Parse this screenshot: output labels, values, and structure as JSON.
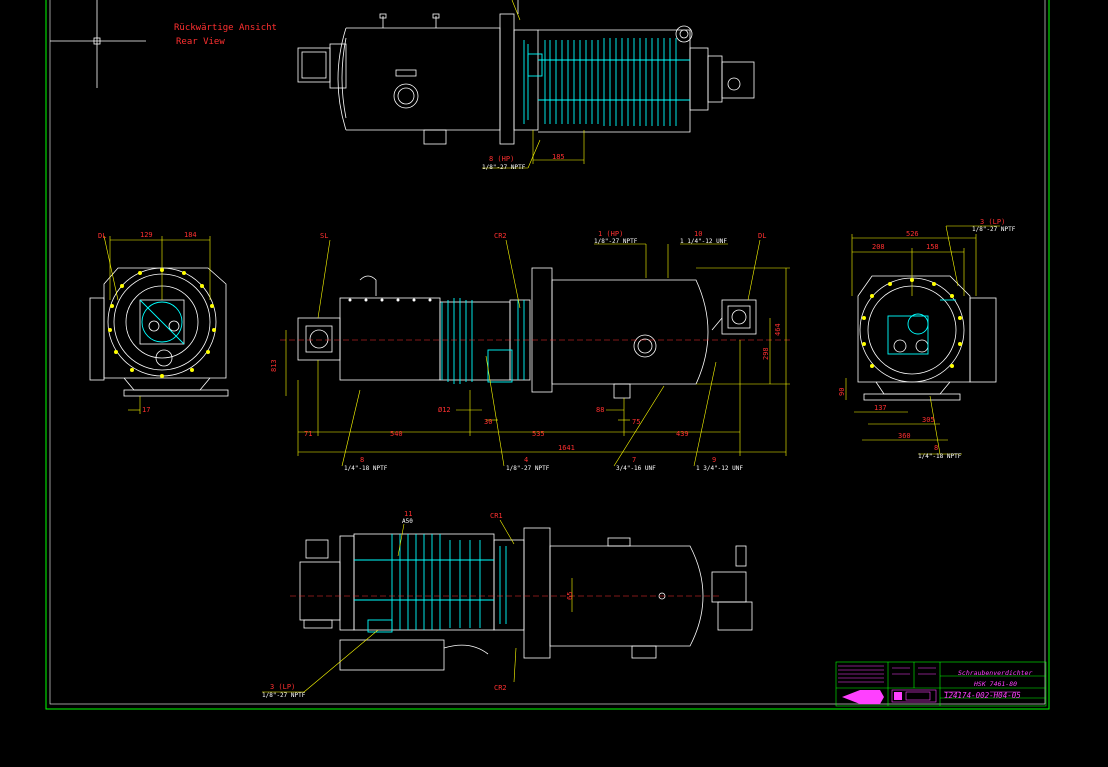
{
  "title_block": {
    "header_de": "Rückwärtige Ansicht",
    "header_en": "Rear View",
    "product_label": "Schraubenverdichter",
    "model": "HSK 7461-80",
    "drawing_number": "124174-002-H04-05"
  },
  "colors": {
    "background": "#000000",
    "frame": "#00ff00",
    "outline": "#ffffff",
    "detail": "#00ffff",
    "dimension": "#ffff00",
    "annotation": "#ff3030",
    "logo": "#ff40ff"
  },
  "labels": {
    "top_8hp": "8 (HP)",
    "top_8hp_thread": "1/8\"-27 NPTF",
    "top_185": "185",
    "dl_left": "DL",
    "dim_129": "129",
    "dim_184": "184",
    "dim_17": "17",
    "sl": "SL",
    "cr2": "CR2",
    "c1hp": "1 (HP)",
    "c1hp_thread": "1/8\"-27 NPTF",
    "c10": "10",
    "c10_thread": "1 1/4\"-12 UNF",
    "dl_front": "DL",
    "dim_813": "813",
    "dim_298": "298",
    "dim_464": "464",
    "dim_o12": "Ø12",
    "dim_30": "30",
    "dim_88": "88",
    "dim_75": "75",
    "dim_71": "71",
    "dim_540": "540",
    "dim_535": "535",
    "dim_439": "439",
    "dim_1641": "1641",
    "n8": "8",
    "n8_thread": "1/4\"-18 NPTF",
    "n4": "4",
    "n4_thread": "1/8\"-27 NPTF",
    "n7": "7",
    "n7_thread": "3/4\"-16 UNF",
    "n9": "9",
    "n9_thread": "1 3/4\"-12 UNF",
    "r3lp": "3 (LP)",
    "r3lp_thread": "1/8\"-27 NPTF",
    "dim_526": "526",
    "dim_208": "208",
    "dim_158": "158",
    "dim_90": "90",
    "dim_137": "137",
    "dim_305": "305",
    "dim_360": "360",
    "r8": "8",
    "r8_thread": "1/4\"-18 NPTF",
    "b11": "11",
    "b11_sub": "A50",
    "cr1": "CR1",
    "dim_65": "65",
    "b3lp": "3 (LP)",
    "b3lp_thread": "1/8\"-27 NPTF",
    "cr2_bottom": "CR2"
  }
}
